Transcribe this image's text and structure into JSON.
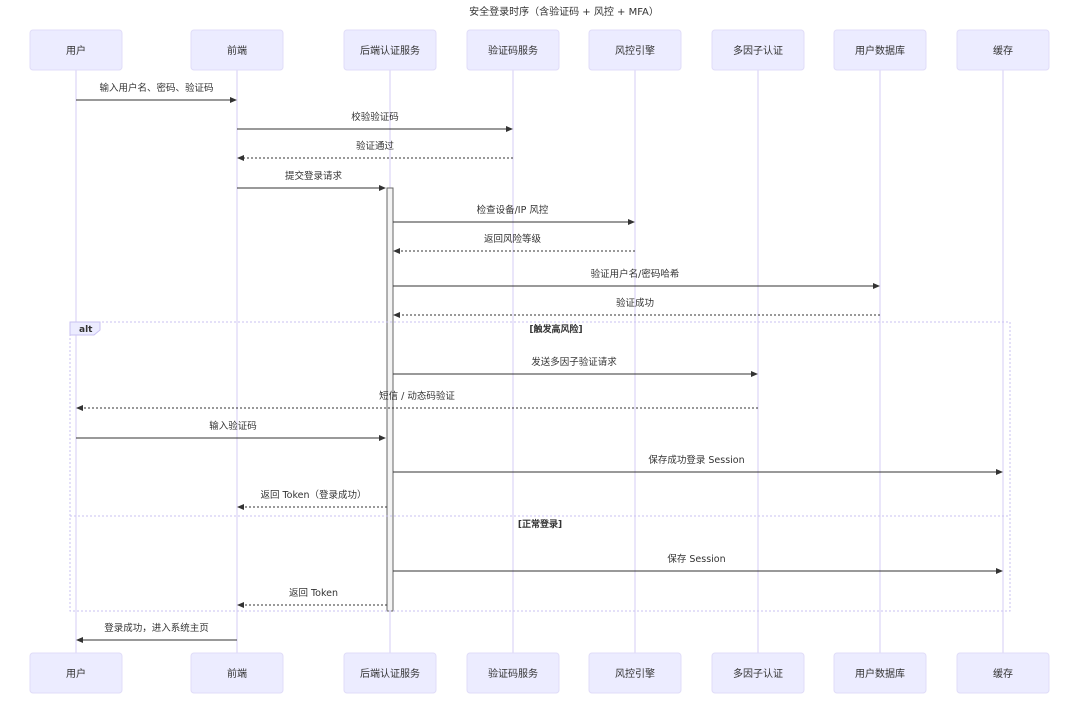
{
  "title": "安全登录时序（含验证码 + 风控 + MFA）",
  "participants": [
    "用户",
    "前端",
    "后端认证服务",
    "验证码服务",
    "风控引擎",
    "多因子认证",
    "用户数据库",
    "缓存"
  ],
  "messages": [
    {
      "from": 0,
      "to": 1,
      "text": "输入用户名、密码、验证码",
      "style": "solid"
    },
    {
      "from": 1,
      "to": 3,
      "text": "校验验证码",
      "style": "solid"
    },
    {
      "from": 3,
      "to": 1,
      "text": "验证通过",
      "style": "dotted"
    },
    {
      "from": 1,
      "to": 2,
      "text": "提交登录请求",
      "style": "solid"
    },
    {
      "from": 2,
      "to": 4,
      "text": "检查设备/IP 风控",
      "style": "solid"
    },
    {
      "from": 4,
      "to": 2,
      "text": "返回风险等级",
      "style": "dotted"
    },
    {
      "from": 2,
      "to": 6,
      "text": "验证用户名/密码哈希",
      "style": "solid"
    },
    {
      "from": 6,
      "to": 2,
      "text": "验证成功",
      "style": "dotted"
    },
    {
      "from": 2,
      "to": 5,
      "text": "发送多因子验证请求",
      "style": "solid"
    },
    {
      "from": 5,
      "to": 0,
      "text": "短信 / 动态码验证",
      "style": "dotted"
    },
    {
      "from": 0,
      "to": 2,
      "text": "输入验证码",
      "style": "solid"
    },
    {
      "from": 2,
      "to": 7,
      "text": "保存成功登录 Session",
      "style": "solid"
    },
    {
      "from": 2,
      "to": 1,
      "text": "返回 Token（登录成功）",
      "style": "dotted"
    },
    {
      "from": 2,
      "to": 7,
      "text": "保存 Session",
      "style": "solid"
    },
    {
      "from": 2,
      "to": 1,
      "text": "返回 Token",
      "style": "dotted"
    },
    {
      "from": 1,
      "to": 0,
      "text": "登录成功，进入系统主页",
      "style": "solid"
    }
  ],
  "alt": {
    "label": "alt",
    "condition1": "[触发高风险]",
    "condition2": "[正常登录]"
  },
  "colors": {
    "actor_fill": "#ECECFF",
    "lifeline": "#d5ccf4",
    "line": "#333333",
    "alt_border": "#c9c2f2"
  }
}
